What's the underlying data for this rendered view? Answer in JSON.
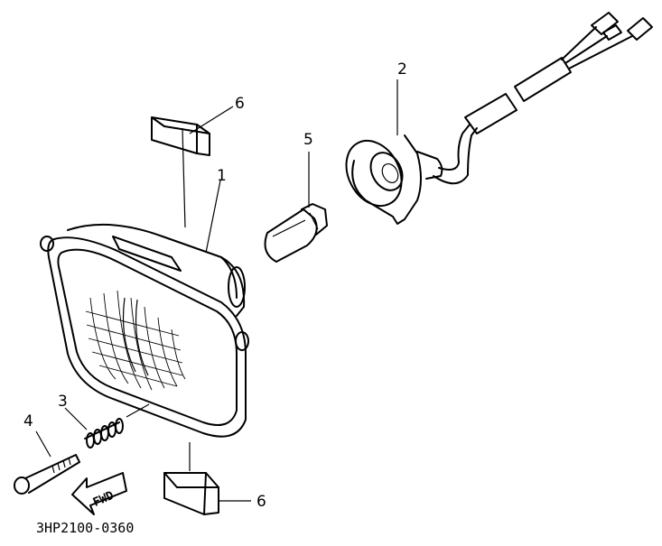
{
  "callouts": {
    "part_1": "1",
    "part_2": "2",
    "part_3": "3",
    "part_4": "4",
    "part_5": "5",
    "part_6_top": "6",
    "part_6_bottom": "6"
  },
  "direction_label": "FWD",
  "diagram_code": "3HP2100-0360",
  "colors": {
    "ink": "#000000",
    "paper": "#ffffff"
  }
}
